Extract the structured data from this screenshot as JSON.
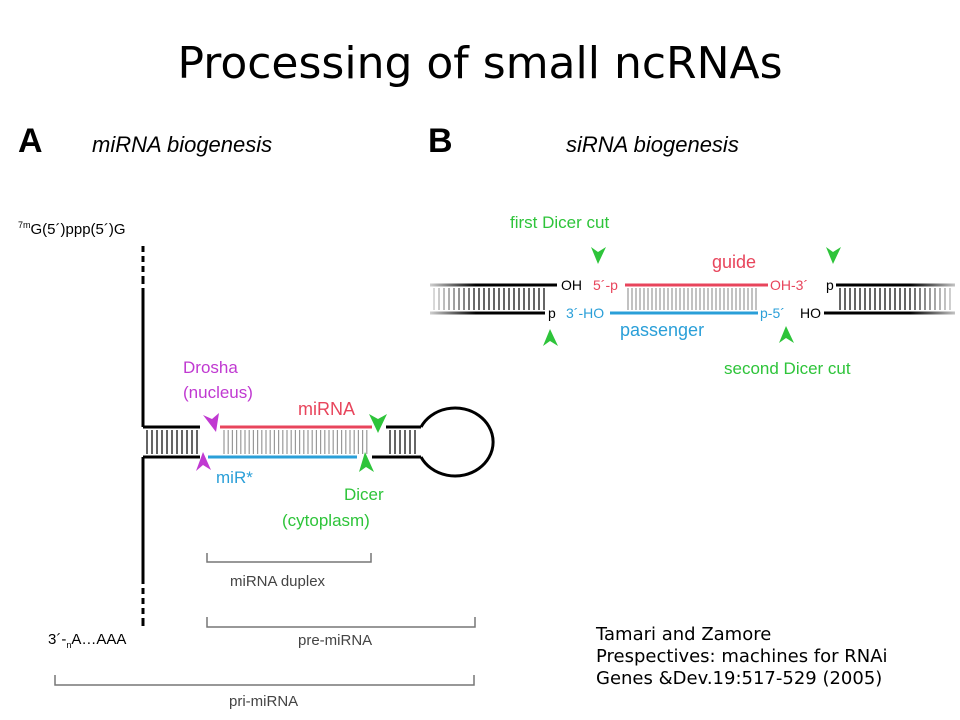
{
  "title": "Processing of small ncRNAs",
  "panel_a": {
    "letter": "A",
    "heading": "miRNA biogenesis",
    "cap_label_sup": "7m",
    "cap_label": "G(5´)ppp(5´)G",
    "tail_label_start": "3´-",
    "tail_label_sub": "n",
    "tail_label_end": "A…AAA",
    "drosha_label": "Drosha",
    "drosha_location": "(nucleus)",
    "mirna_label": "miRNA",
    "mirstar_label": "miR*",
    "dicer_label": "Dicer",
    "dicer_location": "(cytoplasm)",
    "duplex_label": "miRNA duplex",
    "pre_label": "pre-miRNA",
    "pri_label": "pri-miRNA"
  },
  "panel_b": {
    "letter": "B",
    "heading": "siRNA biogenesis",
    "first_cut_label": "first Dicer cut",
    "second_cut_label": "second Dicer cut",
    "guide_label": "guide",
    "passenger_label": "passenger",
    "oh_left": "OH",
    "p_left": "p",
    "guide_5p": "5´-p",
    "guide_3p": "OH-3´",
    "passenger_3p": "3´-HO",
    "passenger_5p": "p-5´",
    "p_right": "p",
    "ho_right": "HO"
  },
  "colors": {
    "guide": "#e8455c",
    "passenger": "#2a9fd8",
    "dicer": "#2ec43a",
    "drosha": "#c039d1",
    "rna_strand": "#000000"
  },
  "citation": {
    "line1": "Tamari and Zamore",
    "line2": "Prespectives: machines for RNAi",
    "line3": "Genes &Dev.19:517-529 (2005)"
  }
}
